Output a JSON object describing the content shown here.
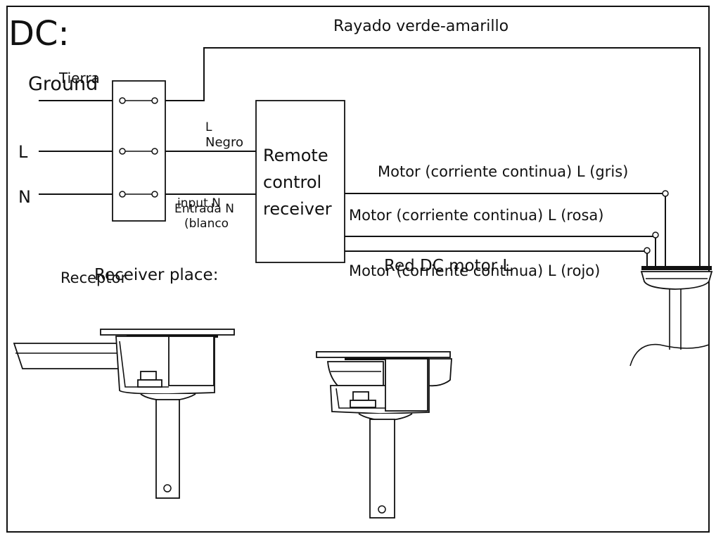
{
  "heading": "DC:",
  "labels": {
    "ground_wire": "Rayado verde-amarillo",
    "ground_es": "Tierra",
    "ground_en": "Ground",
    "l_terminal": "L",
    "n_terminal": "N",
    "l_out": "L",
    "l_out_es": "Negro",
    "input_n": "input  N",
    "input_n_es": "Entrada N",
    "input_n_es2": "(blanco",
    "receiver_line1": "Remote",
    "receiver_line2": "control",
    "receiver_line3": "receiver",
    "motor_gray": "Motor (corriente continua) L (gris)",
    "motor_pink": "Motor (corriente continua) L (rosa)",
    "motor_red_en": "Red DC motor L",
    "motor_red_es": "Motor (corriente continua) L (rojo)",
    "receiver_place_en": "Receiver place:",
    "receiver_place_es": "Receptor"
  }
}
